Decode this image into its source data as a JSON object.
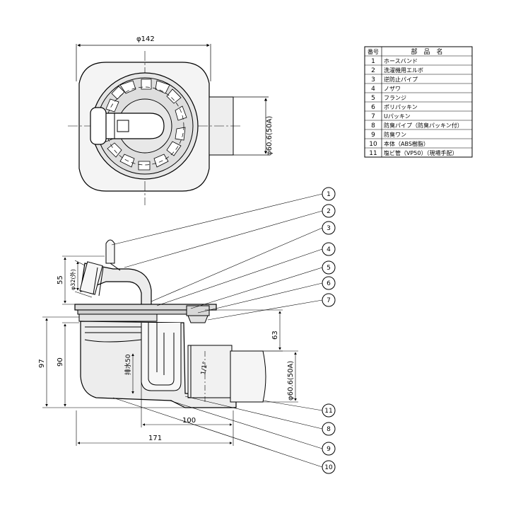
{
  "top_view": {
    "dim_width": "φ142",
    "dim_outlet": "φ60.6(50A)"
  },
  "front_view": {
    "dim_height_55": "55",
    "dim_hose": "φ32(外)",
    "dim_97": "97",
    "dim_90": "90",
    "dim_63": "63",
    "dim_drain": "排水50",
    "dim_outlet": "φ60.6(50A)",
    "dim_slope": "1/1°",
    "dim_100": "100",
    "dim_171": "171"
  },
  "parts_table": {
    "header_no": "番号",
    "header_name": "部　品　名",
    "rows": [
      {
        "no": "1",
        "name": "ホースバンド"
      },
      {
        "no": "2",
        "name": "洗濯機用エルボ"
      },
      {
        "no": "3",
        "name": "逆防止パイプ"
      },
      {
        "no": "4",
        "name": "ノザワ"
      },
      {
        "no": "5",
        "name": "フランジ"
      },
      {
        "no": "6",
        "name": "ポリパッキン"
      },
      {
        "no": "7",
        "name": "Uパッキン"
      },
      {
        "no": "8",
        "name": "防臭パイプ（防臭パッキン付）"
      },
      {
        "no": "9",
        "name": "防臭ワン"
      },
      {
        "no": "10",
        "name": "本体（ABS樹脂）"
      },
      {
        "no": "11",
        "name": "塩ビ管（VP50）（現場手配）"
      }
    ]
  },
  "callouts": [
    "1",
    "2",
    "3",
    "4",
    "5",
    "6",
    "7",
    "8",
    "9",
    "10",
    "11"
  ]
}
